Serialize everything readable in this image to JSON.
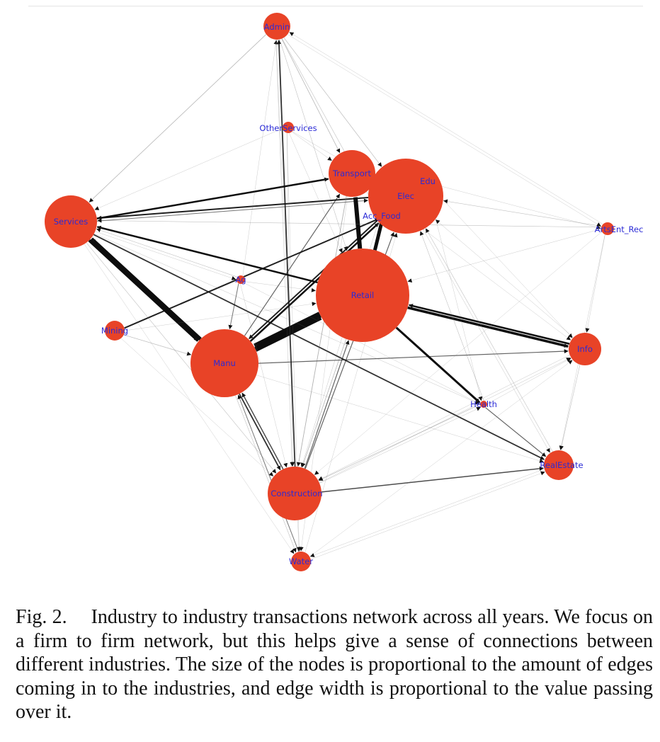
{
  "diagram": {
    "node_color": "#e84327",
    "label_color": "#2b2bd6",
    "nodes": [
      {
        "id": "admin",
        "label": "Admin"
      },
      {
        "id": "other",
        "label": "OtherServices"
      },
      {
        "id": "transport",
        "label": "Transport"
      },
      {
        "id": "elec",
        "label": "Elec"
      },
      {
        "id": "edu",
        "label": "Edu"
      },
      {
        "id": "food",
        "label": "Acc_Food"
      },
      {
        "id": "services",
        "label": "Services"
      },
      {
        "id": "arts",
        "label": "ArtsEnt_Rec"
      },
      {
        "id": "ag",
        "label": "Ag"
      },
      {
        "id": "retail",
        "label": "Retail"
      },
      {
        "id": "mining",
        "label": "Mining"
      },
      {
        "id": "info",
        "label": "Info"
      },
      {
        "id": "manu",
        "label": "Manu"
      },
      {
        "id": "health",
        "label": "Health"
      },
      {
        "id": "realestate",
        "label": "RealEstate"
      },
      {
        "id": "construction",
        "label": "Construction"
      },
      {
        "id": "water",
        "label": "Water"
      }
    ],
    "edges": [
      {
        "from": "retail",
        "to": "manu",
        "weight": 9
      },
      {
        "from": "manu",
        "to": "retail",
        "weight": 7
      },
      {
        "from": "retail",
        "to": "transport",
        "weight": 6
      },
      {
        "from": "retail",
        "to": "food",
        "weight": 5
      },
      {
        "from": "manu",
        "to": "services",
        "weight": 5
      },
      {
        "from": "services",
        "to": "manu",
        "weight": 4
      },
      {
        "from": "retail",
        "to": "info",
        "weight": 3.5
      },
      {
        "from": "info",
        "to": "retail",
        "weight": 2.5
      },
      {
        "from": "retail",
        "to": "health",
        "weight": 3
      },
      {
        "from": "retail",
        "to": "services",
        "weight": 2.5
      },
      {
        "from": "manu",
        "to": "elec",
        "weight": 2.5
      },
      {
        "from": "elec",
        "to": "manu",
        "weight": 2
      },
      {
        "from": "services",
        "to": "transport",
        "weight": 2.5
      },
      {
        "from": "elec",
        "to": "services",
        "weight": 2
      },
      {
        "from": "mining",
        "to": "food",
        "weight": 2
      },
      {
        "from": "construction",
        "to": "admin",
        "weight": 1.8
      },
      {
        "from": "manu",
        "to": "construction",
        "weight": 1.8
      },
      {
        "from": "construction",
        "to": "manu",
        "weight": 1.5
      },
      {
        "from": "construction",
        "to": "realestate",
        "weight": 1.5
      },
      {
        "from": "services",
        "to": "realestate",
        "weight": 1.8
      },
      {
        "from": "health",
        "to": "realestate",
        "weight": 1.2
      },
      {
        "from": "construction",
        "to": "retail",
        "weight": 1.2
      },
      {
        "from": "construction",
        "to": "elec",
        "weight": 1.2
      },
      {
        "from": "manu",
        "to": "info",
        "weight": 1.2
      },
      {
        "from": "ag",
        "to": "manu",
        "weight": 1
      },
      {
        "from": "manu",
        "to": "transport",
        "weight": 1.2
      },
      {
        "from": "water",
        "to": "manu",
        "weight": 1
      },
      {
        "from": "admin",
        "to": "services",
        "weight": 0.8
      },
      {
        "from": "admin",
        "to": "transport",
        "weight": 0.8
      },
      {
        "from": "admin",
        "to": "elec",
        "weight": 0.7
      },
      {
        "from": "services",
        "to": "elec",
        "weight": 1
      },
      {
        "from": "transport",
        "to": "construction",
        "weight": 0.9
      },
      {
        "from": "admin",
        "to": "retail",
        "weight": 0.6
      },
      {
        "from": "health",
        "to": "construction",
        "weight": 0.7
      },
      {
        "from": "arts",
        "to": "services",
        "weight": 0.6
      },
      {
        "from": "arts",
        "to": "elec",
        "weight": 0.6
      },
      {
        "from": "info",
        "to": "realestate",
        "weight": 0.6
      },
      {
        "from": "realestate",
        "to": "elec",
        "weight": 0.6
      },
      {
        "from": "ag",
        "to": "services",
        "weight": 0.6
      },
      {
        "from": "other",
        "to": "construction",
        "weight": 0.5
      },
      {
        "from": "water",
        "to": "realestate",
        "weight": 0.4
      },
      {
        "from": "water",
        "to": "elec",
        "weight": 0.4
      },
      {
        "from": "mining",
        "to": "construction",
        "weight": 0.4
      },
      {
        "from": "mining",
        "to": "manu",
        "weight": 0.5
      },
      {
        "from": "other",
        "to": "transport",
        "weight": 0.5
      },
      {
        "from": "other",
        "to": "retail",
        "weight": 0.4
      },
      {
        "from": "info",
        "to": "elec",
        "weight": 0.5
      },
      {
        "from": "health",
        "to": "elec",
        "weight": 0.6
      },
      {
        "from": "arts",
        "to": "info",
        "weight": 0.4
      },
      {
        "from": "arts",
        "to": "admin",
        "weight": 0.4
      },
      {
        "from": "arts",
        "to": "realestate",
        "weight": 0.4
      },
      {
        "from": "arts",
        "to": "retail",
        "weight": 0.4
      },
      {
        "from": "health",
        "to": "info",
        "weight": 0.4
      },
      {
        "from": "ag",
        "to": "admin",
        "weight": 0.4
      },
      {
        "from": "ag",
        "to": "construction",
        "weight": 0.4
      },
      {
        "from": "admin",
        "to": "water",
        "weight": 0.35
      },
      {
        "from": "services",
        "to": "water",
        "weight": 0.35
      },
      {
        "from": "water",
        "to": "info",
        "weight": 0.35
      },
      {
        "from": "construction",
        "to": "info",
        "weight": 0.5
      },
      {
        "from": "construction",
        "to": "health",
        "weight": 0.5
      },
      {
        "from": "mining",
        "to": "realestate",
        "weight": 0.35
      },
      {
        "from": "mining",
        "to": "retail",
        "weight": 0.35
      },
      {
        "from": "services",
        "to": "construction",
        "weight": 0.6
      },
      {
        "from": "services",
        "to": "ag",
        "weight": 0.4
      },
      {
        "from": "services",
        "to": "health",
        "weight": 0.5
      },
      {
        "from": "admin",
        "to": "arts",
        "weight": 0.35
      },
      {
        "from": "other",
        "to": "elec",
        "weight": 0.4
      },
      {
        "from": "other",
        "to": "services",
        "weight": 0.4
      },
      {
        "from": "ag",
        "to": "retail",
        "weight": 0.4
      },
      {
        "from": "ag",
        "to": "health",
        "weight": 0.35
      },
      {
        "from": "transport",
        "to": "info",
        "weight": 0.4
      },
      {
        "from": "transport",
        "to": "water",
        "weight": 0.35
      },
      {
        "from": "elec",
        "to": "realestate",
        "weight": 0.5
      },
      {
        "from": "food",
        "to": "construction",
        "weight": 0.5
      },
      {
        "from": "edu",
        "to": "info",
        "weight": 0.4
      },
      {
        "from": "edu",
        "to": "health",
        "weight": 0.4
      },
      {
        "from": "edu",
        "to": "arts",
        "weight": 0.35
      },
      {
        "from": "admin",
        "to": "food",
        "weight": 0.6
      },
      {
        "from": "manu",
        "to": "water",
        "weight": 0.6
      },
      {
        "from": "realestate",
        "to": "water",
        "weight": 0.4
      },
      {
        "from": "arts",
        "to": "construction",
        "weight": 0.35
      },
      {
        "from": "info",
        "to": "construction",
        "weight": 0.5
      },
      {
        "from": "admin",
        "to": "construction",
        "weight": 0.5
      },
      {
        "from": "retail",
        "to": "construction",
        "weight": 0.8
      },
      {
        "from": "other",
        "to": "water",
        "weight": 0.35
      }
    ]
  },
  "caption": {
    "fig_num": "Fig. 2.",
    "text": "Industry to industry transactions network across all years. We focus on a firm to firm network, but this helps give a sense of connections between different industries. The size of the nodes is proportional to the amount of edges coming in to the industries, and edge width is proportional to the value passing over it."
  }
}
